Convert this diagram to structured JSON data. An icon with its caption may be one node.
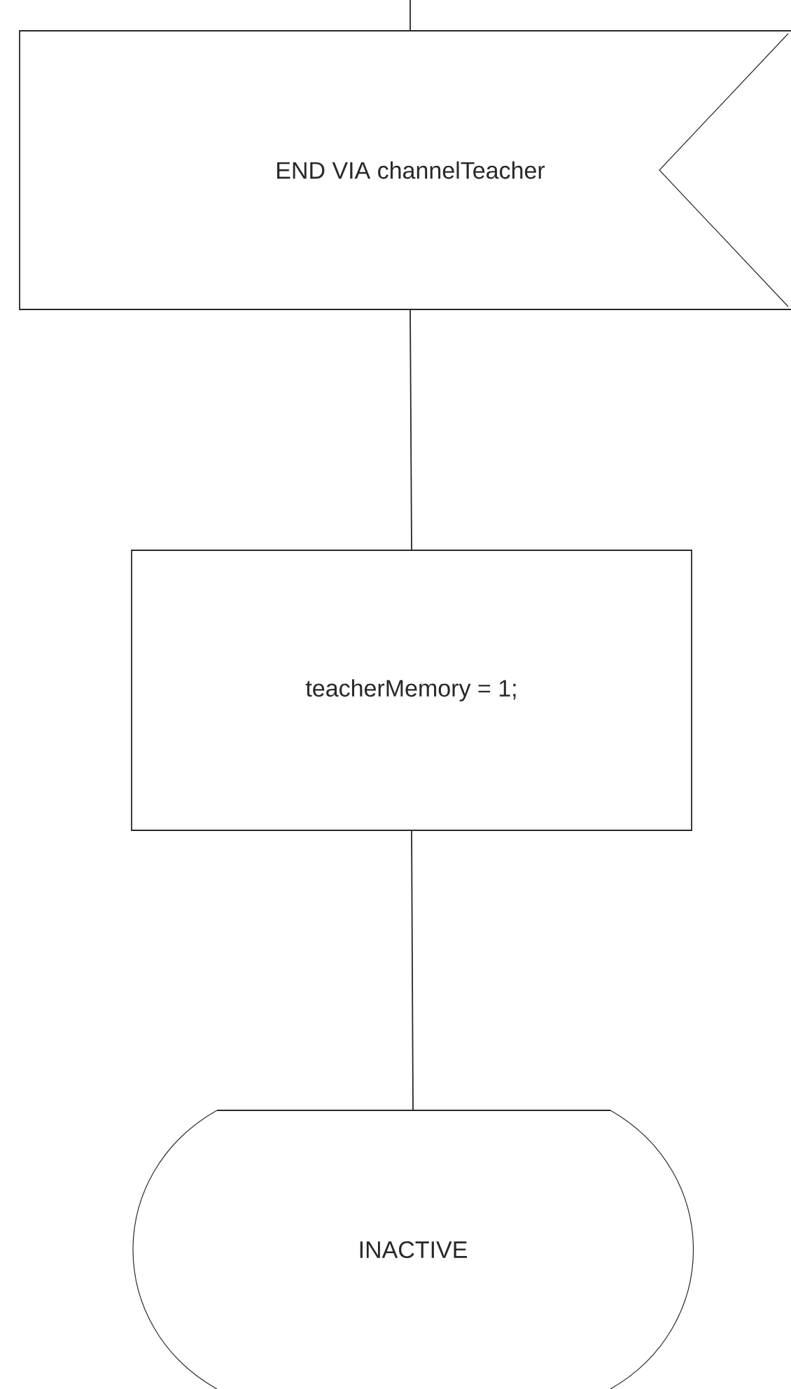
{
  "diagram": {
    "nodes": [
      {
        "text": [
          "END VIA channelTeacher"
        ]
      },
      {
        "text": [
          "teacherMemory = 1;"
        ]
      },
      {
        "text": [
          "INACTIVE"
        ]
      }
    ],
    "edges": [
      {
        "from": null,
        "to": 0,
        "arrow": "none"
      },
      {
        "from": 0,
        "to": 1,
        "arrow": "none"
      },
      {
        "from": 1,
        "to": 2,
        "arrow": "none"
      }
    ]
  }
}
